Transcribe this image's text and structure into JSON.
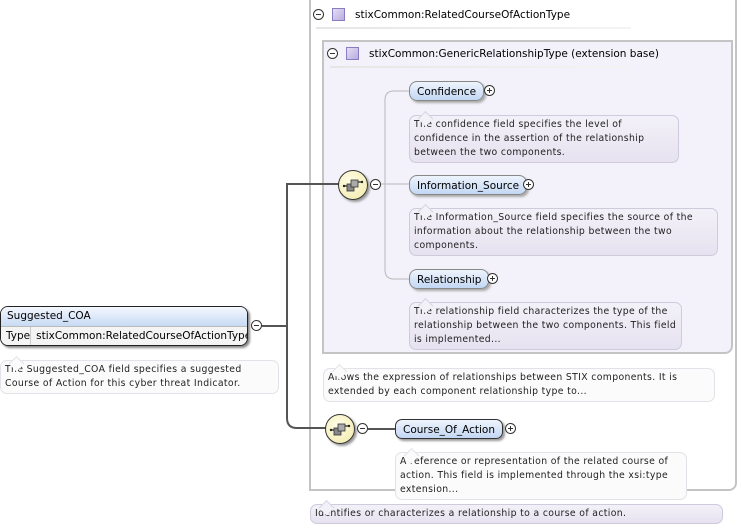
{
  "root_element": {
    "name": "Suggested_COA",
    "type_label": "Type",
    "type_value": "stixCommon:RelatedCourseOfActionType",
    "annotation": "The Suggested_COA field specifies a suggested Course of Action for this cyber threat Indicator."
  },
  "type_box": {
    "title": "stixCommon:RelatedCourseOfActionType",
    "annotation": "Identifies or characterizes a relationship to a course of action."
  },
  "extension_box": {
    "title": "stixCommon:GenericRelationshipType (extension base)",
    "annotation": "Allows the expression of relationships between STIX components. It is extended by each component relationship type to..."
  },
  "sequence_icon": "sequence-compositor-icon",
  "children": [
    {
      "name": "Confidence",
      "annotation": "The confidence field specifies the level of confidence in the assertion of the relationship between the two components."
    },
    {
      "name": "Information_Source",
      "annotation": "The Information_Source field specifies the source of the information about the relationship between the two components."
    },
    {
      "name": "Relationship",
      "annotation": "The relationship field characterizes the type of the relationship between the two components. This field is implemented..."
    }
  ],
  "course_of_action": {
    "name": "Course_Of_Action",
    "annotation": "A reference or representation of the related course of action. This field is implemented through the xsi:type extension..."
  }
}
